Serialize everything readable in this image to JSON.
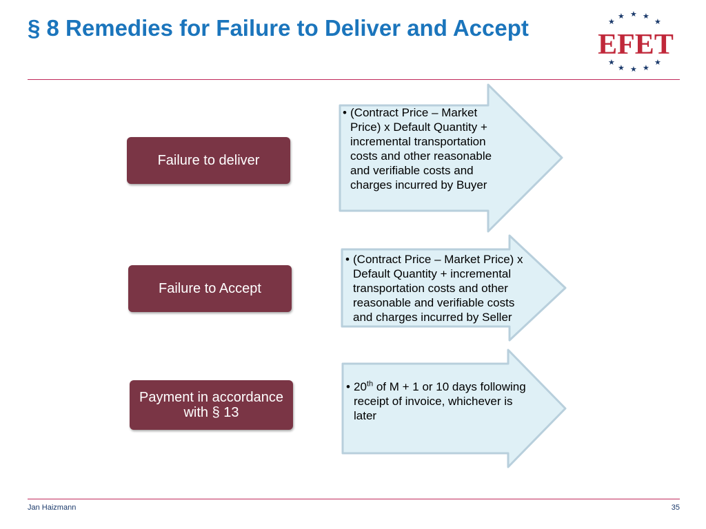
{
  "title": "§ 8 Remedies for Failure to Deliver and Accept",
  "logo": {
    "text": "EFET"
  },
  "rows": [
    {
      "label": "Failure to deliver",
      "bullet": "•",
      "text": "(Contract Price – Market Price) x Default Quantity + incremental transportation costs and other reasonable and verifiable costs and charges incurred by Buyer"
    },
    {
      "label": "Failure to Accept",
      "bullet": "•",
      "text": "(Contract Price – Market Price) x Default Quantity + incremental transportation costs and other reasonable and verifiable costs and charges incurred by Seller"
    },
    {
      "label": "Payment in accordance with § 13",
      "bullet": "•",
      "text_pre": "20",
      "text_sup": "th",
      "text_post": " of M + 1 or 10 days following receipt of invoice, whichever is later"
    }
  ],
  "footer": {
    "author": "Jan Haizmann",
    "page": "35"
  },
  "colors": {
    "title": "#1b75bc",
    "box_fill": "#7a3545",
    "arrow_fill": "#dff0f6",
    "arrow_stroke": "#b8cfdc",
    "rule": "#c0285a",
    "logo_red": "#c0283a",
    "logo_star": "#1b3a6b"
  }
}
